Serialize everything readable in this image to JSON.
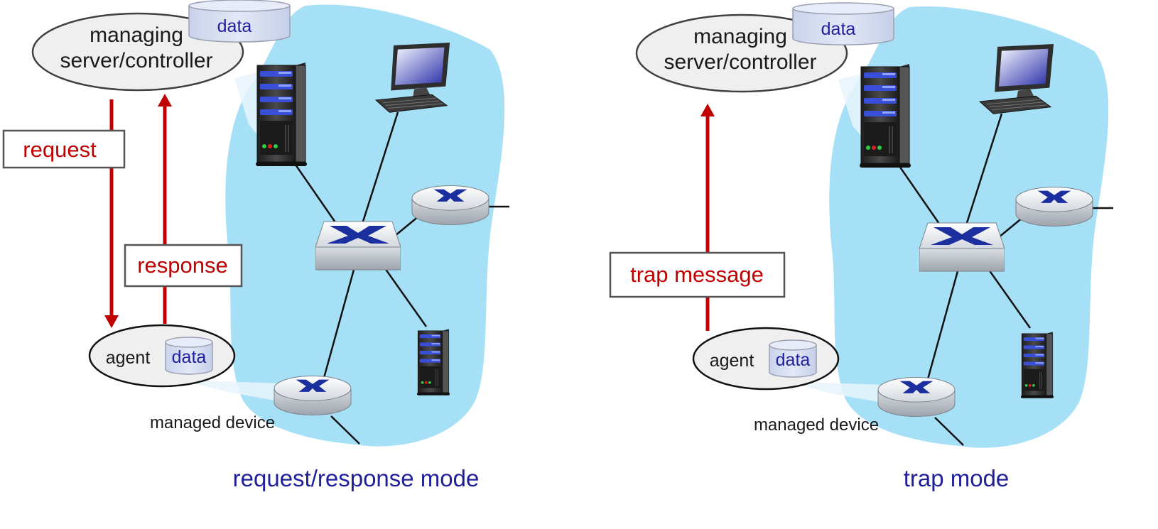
{
  "left_panel": {
    "manager_line1": "managing",
    "manager_line2": "server/controller",
    "manager_db": "data",
    "request_label": "request",
    "response_label": "response",
    "agent_label": "agent",
    "agent_db": "data",
    "device_label": "managed device",
    "caption": "request/response mode"
  },
  "right_panel": {
    "manager_line1": "managing",
    "manager_line2": "server/controller",
    "manager_db": "data",
    "trap_label": "trap message",
    "agent_label": "agent",
    "agent_db": "data",
    "device_label": "managed device",
    "caption": "trap mode"
  },
  "colors": {
    "network_cloud": "#a6e0f7",
    "arrow": "#c00000",
    "caption": "#1f1f9a",
    "router_x": "#1c2f9e"
  }
}
